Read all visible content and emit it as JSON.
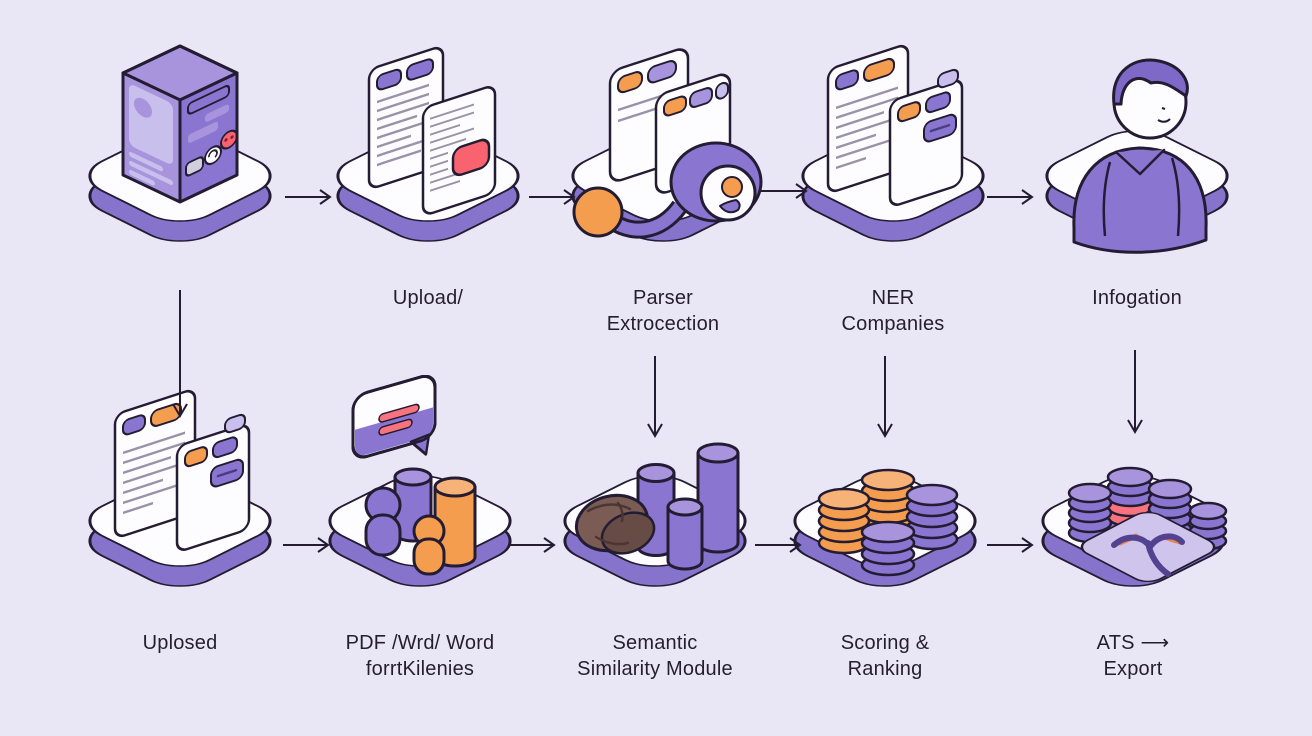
{
  "palette": {
    "bg": "#e9e6f6",
    "ink": "#241c33",
    "text": "#241f2e",
    "purple": "#8a76d0",
    "purpleLight": "#a794dc",
    "purpleSoft": "#c9bfed",
    "purpleDark": "#7e68c8",
    "rim": "#8673cb",
    "card": "#fdfcff",
    "orange": "#f49d4f",
    "orangeLight": "#f7b277",
    "red": "#f8636f",
    "pink": "#f8737e",
    "brown": "#7b5c55",
    "brownDark": "#664c45",
    "docline": "#9a93a8",
    "tile": "#cfc5ec"
  },
  "diagram_type": "isometric-pipeline-flowchart",
  "nodes": [
    {
      "id": "server",
      "label": "",
      "icon": "server-kiosk"
    },
    {
      "id": "upload",
      "label": "Upload/",
      "icon": "upload-documents"
    },
    {
      "id": "parser",
      "label": "Parser\nExtrocection",
      "icon": "parser-magnifier"
    },
    {
      "id": "ner",
      "label": "NER\nCompanies",
      "icon": "ner-documents"
    },
    {
      "id": "infogation",
      "label": "Infogation",
      "icon": "person"
    },
    {
      "id": "uplosed",
      "label": "Uplosed",
      "icon": "uploaded-documents"
    },
    {
      "id": "pdf-word",
      "label": "PDF /Wrd/ Word\nforrtKilenies",
      "icon": "chat-data-shapes"
    },
    {
      "id": "semantic",
      "label": "Semantic\nSimilarity Module",
      "icon": "semantic-bean-cylinders"
    },
    {
      "id": "scoring",
      "label": "Scoring &\nRanking",
      "icon": "coin-stacks"
    },
    {
      "id": "ats",
      "label": "ATS ⟶\nExport",
      "icon": "ats-export-board"
    }
  ],
  "arrows": [
    {
      "from": "server",
      "to": "upload",
      "direction": "right"
    },
    {
      "from": "upload",
      "to": "parser",
      "direction": "right"
    },
    {
      "from": "parser",
      "to": "ner",
      "direction": "right"
    },
    {
      "from": "ner",
      "to": "infogation",
      "direction": "right"
    },
    {
      "from": "server",
      "to": "uplosed",
      "direction": "down"
    },
    {
      "from": "parser",
      "to": "semantic",
      "direction": "down"
    },
    {
      "from": "ner",
      "to": "scoring",
      "direction": "down"
    },
    {
      "from": "infogation",
      "to": "ats",
      "direction": "down"
    },
    {
      "from": "uplosed",
      "to": "pdf-word",
      "direction": "right"
    },
    {
      "from": "pdf-word",
      "to": "semantic",
      "direction": "right"
    },
    {
      "from": "semantic",
      "to": "scoring",
      "direction": "right"
    },
    {
      "from": "scoring",
      "to": "ats",
      "direction": "right"
    }
  ]
}
